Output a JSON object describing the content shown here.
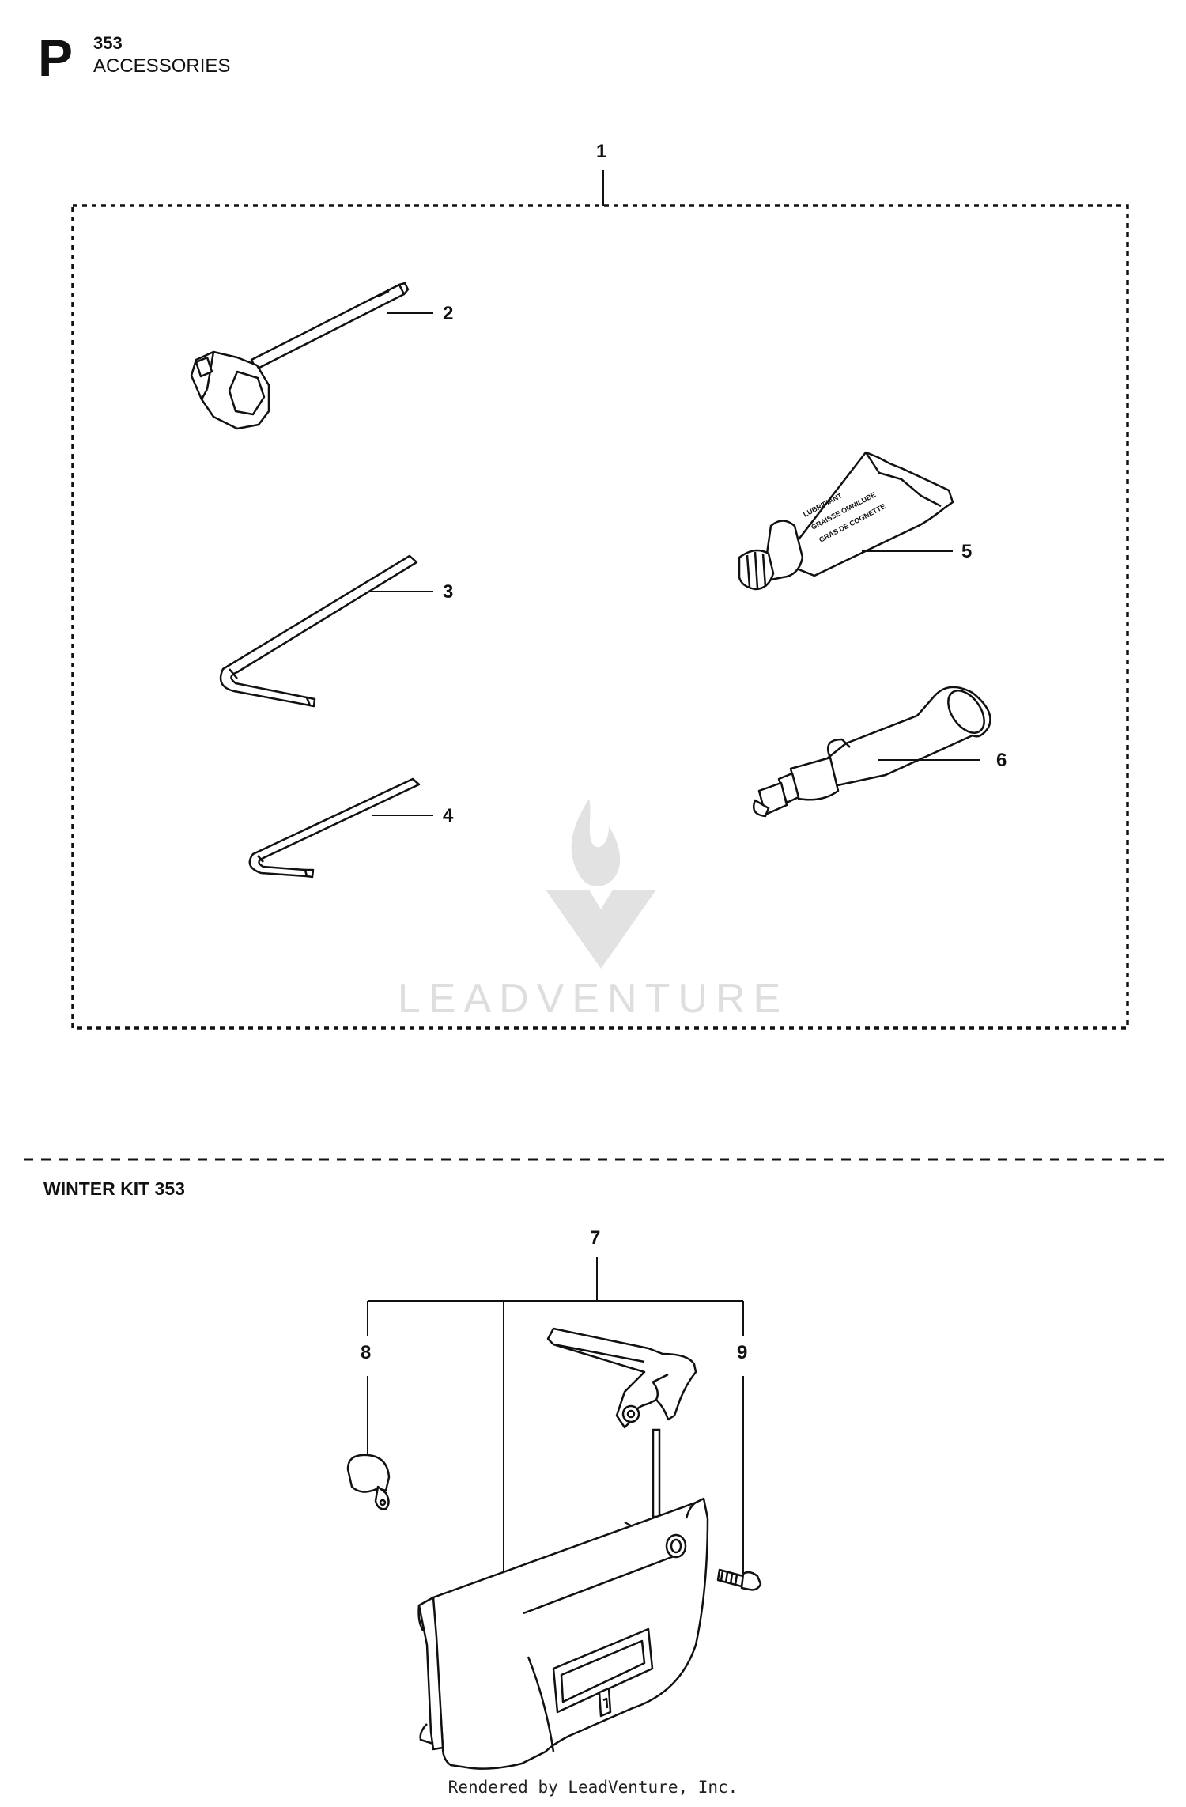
{
  "header": {
    "section_letter": "P",
    "model": "353",
    "title": "ACCESSORIES"
  },
  "kit_section": {
    "title": "WINTER KIT 353"
  },
  "callouts": {
    "c1": "1",
    "c2": "2",
    "c3": "3",
    "c4": "4",
    "c5": "5",
    "c6": "6",
    "c7": "7",
    "c8": "8",
    "c9": "9"
  },
  "tube_label": {
    "line1": "LUBRIFIANT",
    "line2": "GRAISSE OMNILUBE",
    "line3": "GRAS DE COGNETTE"
  },
  "watermark": {
    "text": "LEADVENTURE"
  },
  "footer": {
    "text": "Rendered by LeadVenture, Inc."
  },
  "colors": {
    "line": "#111111",
    "watermark": "#d9d9d9",
    "background": "#ffffff"
  },
  "icons": [
    "leadventure-flame-logo"
  ]
}
